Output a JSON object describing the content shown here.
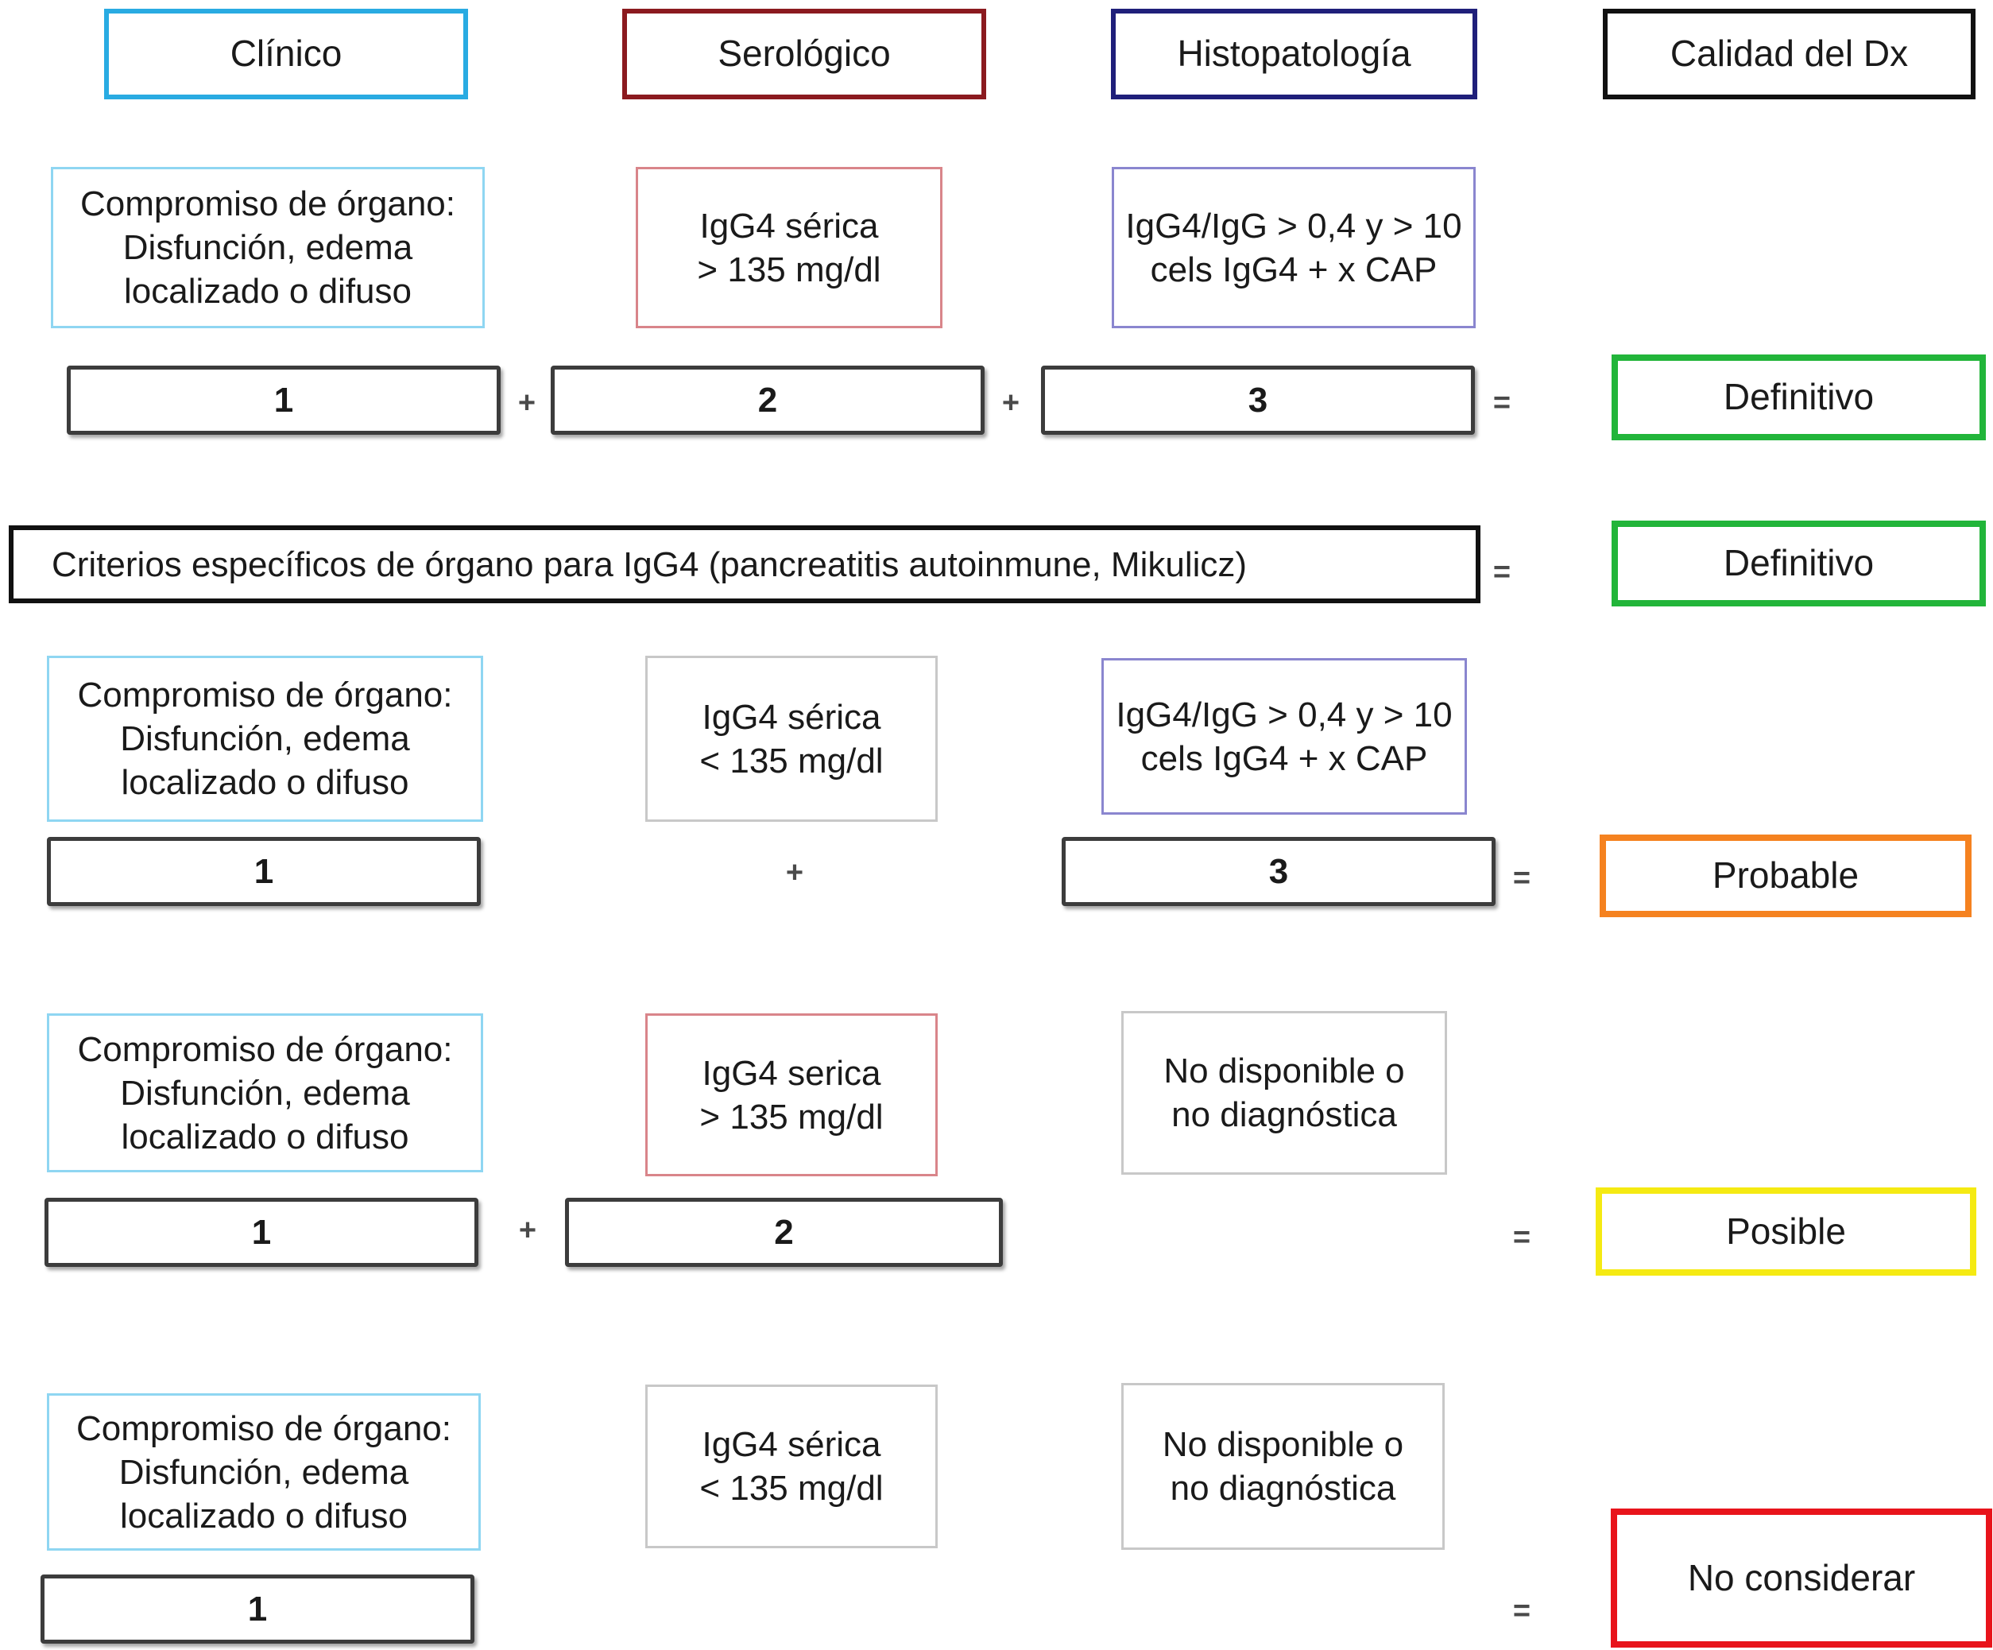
{
  "colors": {
    "clinico": "#29abe2",
    "serologico": "#8b1a1f",
    "histopatologia": "#1f1f7a",
    "calidad": "#111111",
    "clinico_criterion": "#8fd6f2",
    "serologico_criterion": "#d9858a",
    "histopatologia_criterion": "#8a86cf",
    "neutral_criterion": "#c8c8c8",
    "definitivo": "#22b53a",
    "probable": "#f58220",
    "posible": "#f5ea12",
    "no_considerar": "#e8141b"
  },
  "headers": {
    "clinico": "Clínico",
    "serologico": "Serológico",
    "histopatologia": "Histopatología",
    "calidad": "Calidad del Dx"
  },
  "operators": {
    "plus": "+",
    "equals": "="
  },
  "row1": {
    "clinico": "Compromiso de órgano: Disfunción, edema localizado o difuso",
    "serologico": "IgG4 sérica > 135 mg/dl",
    "histopatologia": "IgG4/IgG > 0,4 y > 10 cels IgG4 + x CAP",
    "n1": "1",
    "n2": "2",
    "n3": "3",
    "result": "Definitivo"
  },
  "row2": {
    "text": "Criterios específicos de órgano para IgG4 (pancreatitis autoinmune, Mikulicz)",
    "result": "Definitivo"
  },
  "row3": {
    "clinico": "Compromiso de órgano: Disfunción, edema localizado o difuso",
    "serologico": "IgG4 sérica < 135 mg/dl",
    "histopatologia": "IgG4/IgG > 0,4 y > 10 cels IgG4 + x CAP",
    "n1": "1",
    "n3": "3",
    "result": "Probable"
  },
  "row4": {
    "clinico": "Compromiso de órgano: Disfunción, edema localizado o difuso",
    "serologico": "IgG4 serica > 135 mg/dl",
    "histopatologia": "No disponible o no diagnóstica",
    "n1": "1",
    "n2": "2",
    "result": "Posible"
  },
  "row5": {
    "clinico": "Compromiso de órgano: Disfunción, edema localizado o difuso",
    "serologico": "IgG4 sérica < 135 mg/dl",
    "histopatologia": "No disponible o no diagnóstica",
    "n1": "1",
    "result": "No considerar"
  }
}
